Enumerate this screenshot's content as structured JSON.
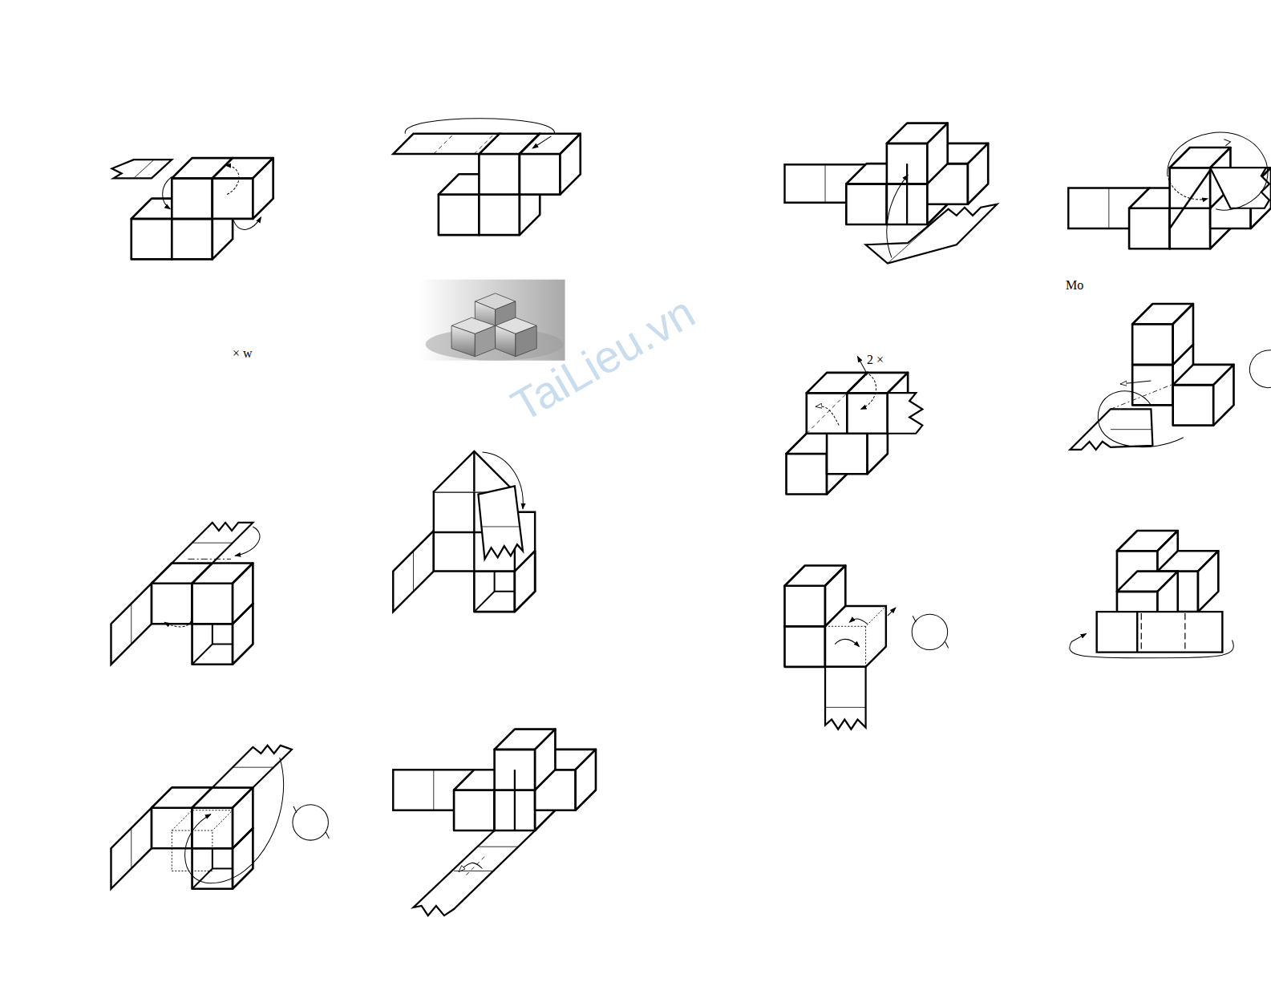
{
  "diagram": {
    "labels": [
      "× w",
      "Mo",
      "2 ×",
      "TaiLieu.vn"
    ]
  }
}
